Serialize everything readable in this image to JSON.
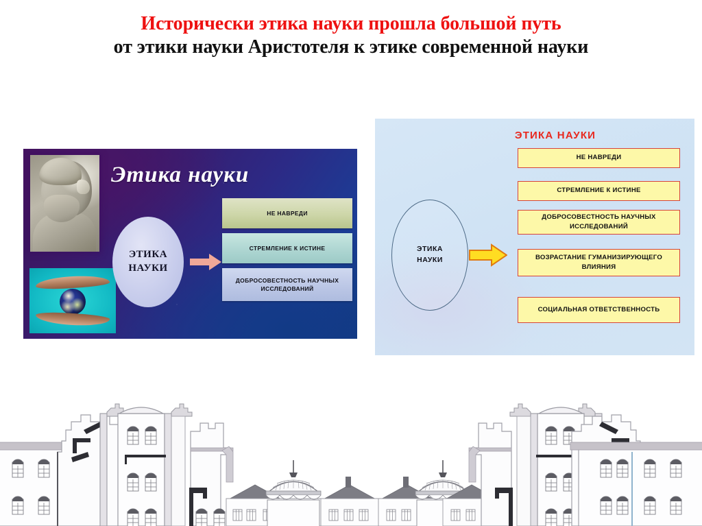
{
  "slide": {
    "title_line_1": "Исторически этика науки прошла большой путь",
    "title_line_2": "от этики науки Аристотеля к этике современной науки",
    "title_color_line_1": "#ee1111",
    "title_color_line_2": "#111111",
    "background": "#ffffff"
  },
  "left_panel": {
    "heading": "Этика науки",
    "center_node": {
      "line_1": "ЭТИКА",
      "line_2": "НАУКИ"
    },
    "arrow_color": "#f0a898",
    "background_colors": [
      "#3d1159",
      "#2c2a86",
      "#123c82"
    ],
    "images": {
      "bust": "aristotle-bust-photo",
      "globe": "hands-holding-globe-photo"
    },
    "boxes": [
      {
        "text": "НЕ НАВРЕДИ",
        "color": "#cdd6a8"
      },
      {
        "text": "СТРЕМЛЕНИЕ К ИСТИНЕ",
        "color": "#aed6d2"
      },
      {
        "text": "ДОБРОСОВЕСТНОСТЬ НАУЧНЫХ ИССЛЕДОВАНИЙ",
        "color": "#bcc7e6"
      }
    ]
  },
  "right_panel": {
    "heading": "ЭТИКА НАУКИ",
    "heading_color": "#e8281e",
    "center_node": {
      "line_1": "ЭТИКА",
      "line_2": "НАУКИ"
    },
    "arrow_fill": "#ffdd22",
    "arrow_stroke": "#e07b10",
    "background": "#d3e4f4",
    "box_fill": "#fdf8a8",
    "box_border": "#d6433a",
    "boxes": [
      {
        "text": "НЕ НАВРЕДИ"
      },
      {
        "text": "СТРЕМЛЕНИЕ К ИСТИНЕ"
      },
      {
        "text": "ДОБРОСОВЕСТНОСТЬ НАУЧНЫХ ИССЛЕДОВАНИЙ"
      },
      {
        "text": "ВОЗРАСТАНИЕ ГУМАНИЗИРУЮЩЕГО ВЛИЯНИЯ"
      },
      {
        "text": "СОЦИАЛЬНАЯ ОТВЕТСТВЕННОСТЬ"
      }
    ]
  },
  "footer": {
    "illustration": "architectural-elevation-line-drawing",
    "line_color": "#8d8d92",
    "fill_color": "#f2f2f4"
  }
}
